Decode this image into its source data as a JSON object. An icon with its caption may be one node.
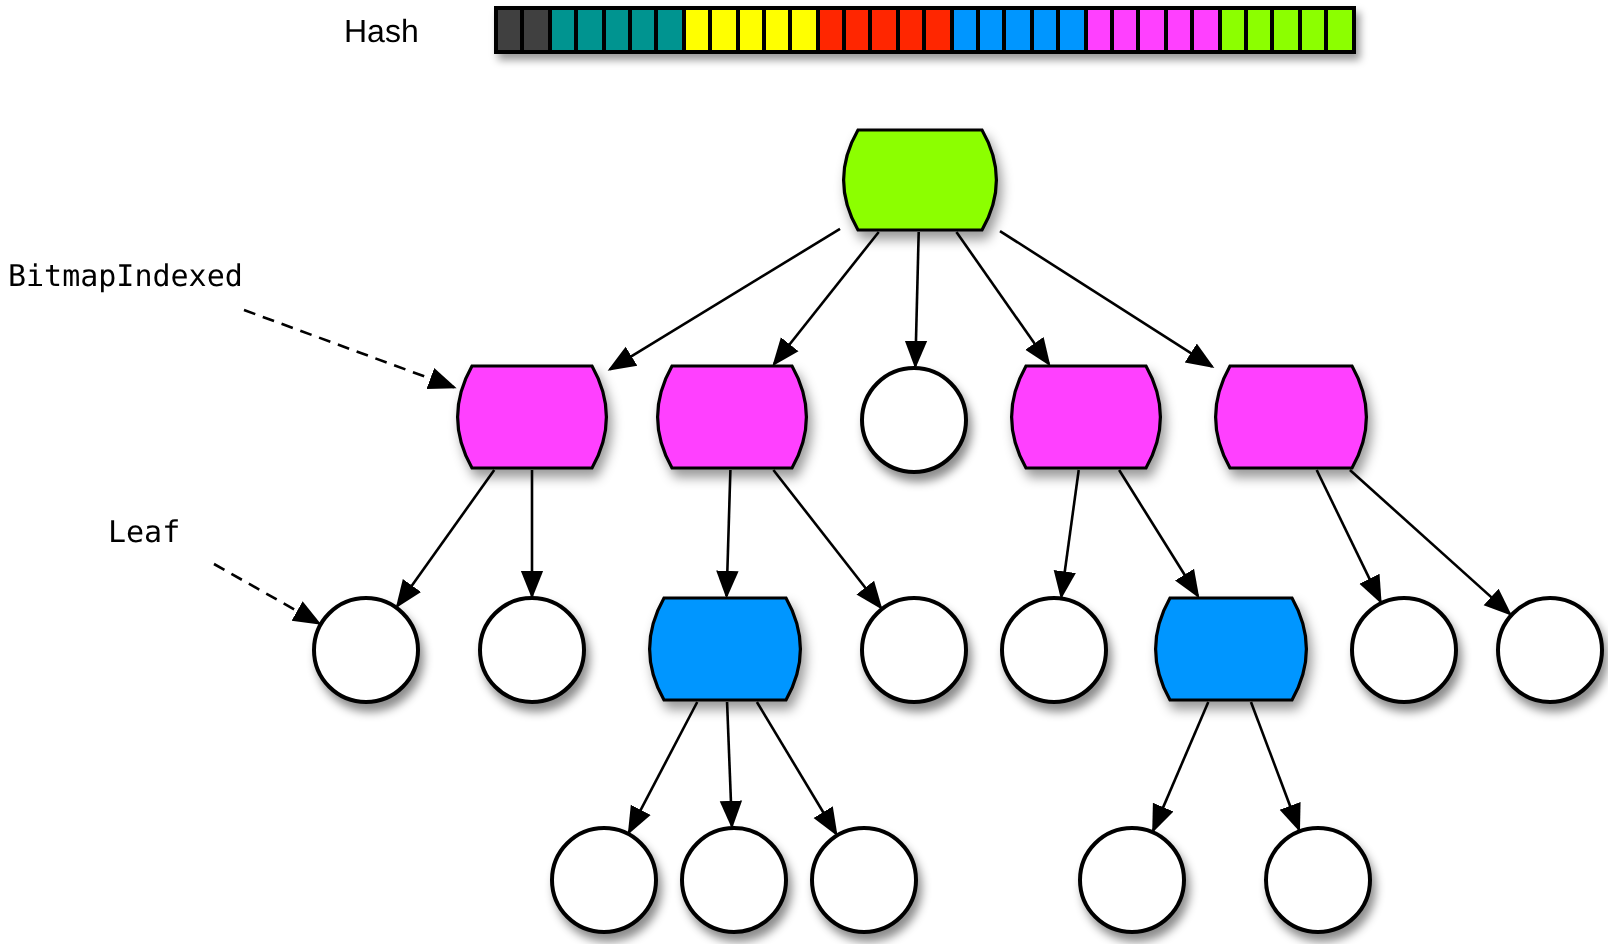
{
  "diagram": {
    "nodes": [
      {
        "text": [
          "BitmapIndexed"
        ]
      },
      {
        "text": [],
        "shape": "box"
      },
      {
        "text": [],
        "shape": "box"
      },
      {
        "text": [],
        "shape": "box"
      },
      {
        "text": [],
        "shape": "circle"
      },
      {
        "text": [],
        "shape": "box"
      },
      {
        "text": [],
        "shape": "box"
      },
      {
        "text": [
          "Leaf"
        ]
      },
      {
        "text": [],
        "shape": "circle"
      },
      {
        "text": [],
        "shape": "circle"
      },
      {
        "text": [],
        "shape": "box"
      },
      {
        "text": [],
        "shape": "circle"
      },
      {
        "text": [],
        "shape": "circle"
      },
      {
        "text": [],
        "shape": "box"
      },
      {
        "text": [],
        "shape": "circle"
      },
      {
        "text": [],
        "shape": "circle"
      },
      {
        "text": [],
        "shape": "circle"
      },
      {
        "text": [],
        "shape": "circle"
      },
      {
        "text": [],
        "shape": "circle"
      },
      {
        "text": [],
        "shape": "circle"
      },
      {
        "text": [],
        "shape": "circle"
      }
    ],
    "edges": [
      {
        "from": 1,
        "to": 2,
        "arrow": "to"
      },
      {
        "from": 1,
        "to": 3,
        "arrow": "to"
      },
      {
        "from": 1,
        "to": 4,
        "arrow": "to"
      },
      {
        "from": 1,
        "to": 5,
        "arrow": "to"
      },
      {
        "from": 1,
        "to": 6,
        "arrow": "to"
      },
      {
        "from": 0,
        "to": 2,
        "arrow": "to",
        "style": "dashed"
      },
      {
        "from": 2,
        "to": 8,
        "arrow": "to"
      },
      {
        "from": 2,
        "to": 9,
        "arrow": "to"
      },
      {
        "from": 3,
        "to": 10,
        "arrow": "to"
      },
      {
        "from": 3,
        "to": 11,
        "arrow": "to"
      },
      {
        "from": 5,
        "to": 12,
        "arrow": "to"
      },
      {
        "from": 5,
        "to": 13,
        "arrow": "to"
      },
      {
        "from": 6,
        "to": 14,
        "arrow": "to"
      },
      {
        "from": 6,
        "to": 15,
        "arrow": "to"
      },
      {
        "from": 7,
        "to": 8,
        "arrow": "to",
        "style": "dashed"
      },
      {
        "from": 10,
        "to": 16,
        "arrow": "to"
      },
      {
        "from": 10,
        "to": 17,
        "arrow": "to"
      },
      {
        "from": 10,
        "to": 18,
        "arrow": "to"
      },
      {
        "from": 13,
        "to": 19,
        "arrow": "to"
      },
      {
        "from": 13,
        "to": 20,
        "arrow": "to"
      }
    ],
    "labels": [
      "Hash"
    ]
  }
}
